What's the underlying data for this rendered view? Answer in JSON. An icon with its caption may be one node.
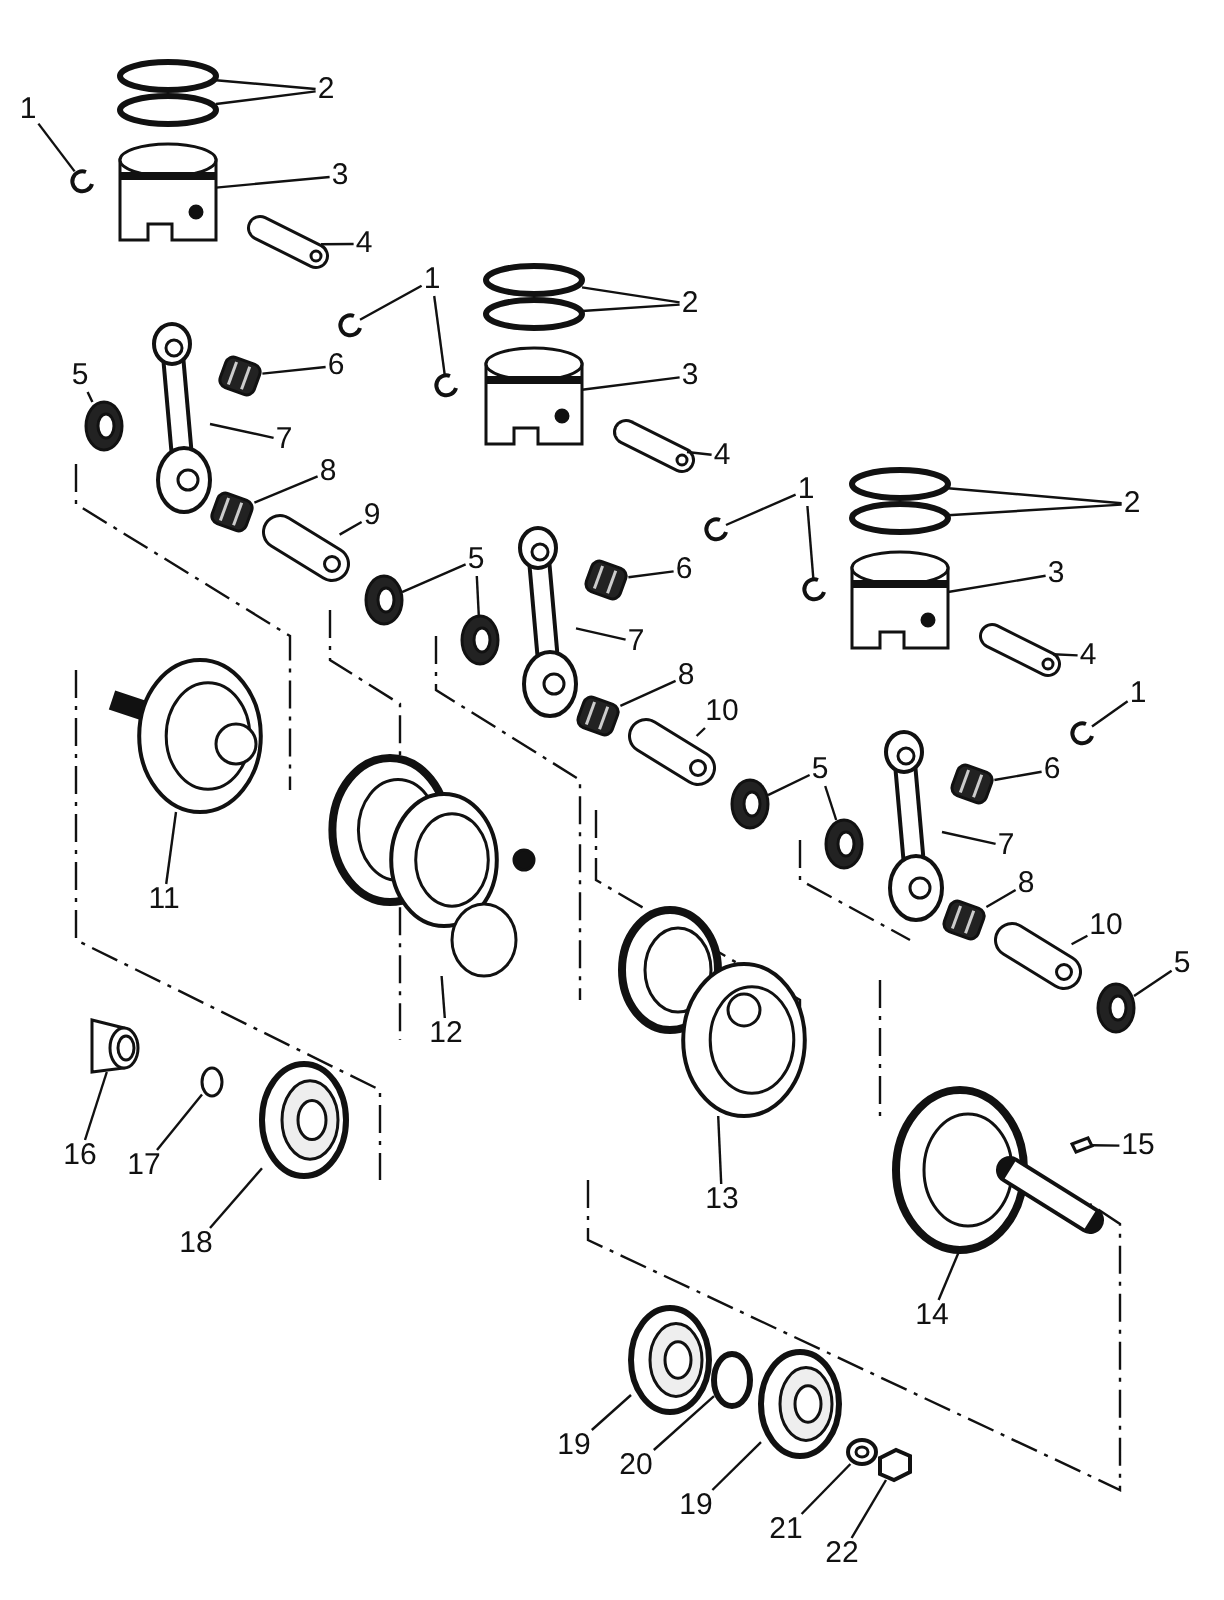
{
  "diagram": {
    "nodes": [
      {
        "text": [
          "1"
        ]
      },
      {
        "text": [
          "2"
        ]
      },
      {
        "text": [
          "3"
        ]
      },
      {
        "text": [
          "4"
        ]
      },
      {
        "text": [
          "1"
        ]
      },
      {
        "text": [
          "6"
        ]
      },
      {
        "text": [
          "5"
        ]
      },
      {
        "text": [
          "7"
        ]
      },
      {
        "text": [
          "8"
        ]
      },
      {
        "text": [
          "9"
        ]
      },
      {
        "text": [
          "5"
        ]
      },
      {
        "text": [
          "2"
        ]
      },
      {
        "text": [
          "3"
        ]
      },
      {
        "text": [
          "4"
        ]
      },
      {
        "text": [
          "1"
        ]
      },
      {
        "text": [
          "6"
        ]
      },
      {
        "text": [
          "7"
        ]
      },
      {
        "text": [
          "8"
        ]
      },
      {
        "text": [
          "10"
        ]
      },
      {
        "text": [
          "5"
        ]
      },
      {
        "text": [
          "2"
        ]
      },
      {
        "text": [
          "3"
        ]
      },
      {
        "text": [
          "4"
        ]
      },
      {
        "text": [
          "1"
        ]
      },
      {
        "text": [
          "6"
        ]
      },
      {
        "text": [
          "7"
        ]
      },
      {
        "text": [
          "8"
        ]
      },
      {
        "text": [
          "10"
        ]
      },
      {
        "text": [
          "5"
        ]
      },
      {
        "text": [
          "11"
        ]
      },
      {
        "text": [
          "12"
        ]
      },
      {
        "text": [
          "16"
        ]
      },
      {
        "text": [
          "17"
        ]
      },
      {
        "text": [
          "18"
        ]
      },
      {
        "text": [
          "13"
        ]
      },
      {
        "text": [
          "15"
        ]
      },
      {
        "text": [
          "14"
        ]
      },
      {
        "text": [
          "19"
        ]
      },
      {
        "text": [
          "20"
        ]
      },
      {
        "text": [
          "19"
        ]
      },
      {
        "text": [
          "21"
        ]
      },
      {
        "text": [
          "22"
        ]
      },
      {
        "text": [],
        "shape": "picture"
      },
      {
        "text": [],
        "shape": "circle"
      },
      {
        "text": [],
        "shape": "circle"
      },
      {
        "text": [],
        "shape": "picture"
      },
      {
        "text": [],
        "shape": "picture"
      },
      {
        "text": [],
        "shape": "picture"
      },
      {
        "text": [],
        "shape": "picture"
      },
      {
        "text": [],
        "shape": "picture"
      },
      {
        "text": [],
        "shape": "picture"
      },
      {
        "text": [],
        "shape": "picture"
      },
      {
        "text": [],
        "shape": "picture"
      },
      {
        "text": [],
        "shape": "picture"
      },
      {
        "text": [],
        "shape": "picture"
      },
      {
        "text": [],
        "shape": "picture"
      },
      {
        "text": [],
        "shape": "circle"
      },
      {
        "text": [],
        "shape": "circle"
      },
      {
        "text": [],
        "shape": "picture"
      },
      {
        "text": [],
        "shape": "picture"
      },
      {
        "text": [],
        "shape": "picture"
      },
      {
        "text": [],
        "shape": "picture"
      },
      {
        "text": [],
        "shape": "picture"
      },
      {
        "text": [],
        "shape": "picture"
      },
      {
        "text": [],
        "shape": "picture"
      },
      {
        "text": [],
        "shape": "picture"
      },
      {
        "text": [],
        "shape": "picture"
      },
      {
        "text": [],
        "shape": "picture"
      },
      {
        "text": [],
        "shape": "circle"
      },
      {
        "text": [],
        "shape": "circle"
      },
      {
        "text": [],
        "shape": "picture"
      },
      {
        "text": [],
        "shape": "picture"
      },
      {
        "text": [],
        "shape": "picture"
      },
      {
        "text": [],
        "shape": "picture"
      },
      {
        "text": [],
        "shape": "picture"
      },
      {
        "text": [],
        "shape": "picture"
      },
      {
        "text": [],
        "shape": "picture"
      },
      {
        "text": [],
        "shape": "picture"
      },
      {
        "text": [],
        "shape": "picture"
      },
      {
        "text": [],
        "shape": "picture"
      },
      {
        "text": [],
        "shape": "cylinder"
      },
      {
        "text": [],
        "shape": "circle"
      },
      {
        "text": [],
        "shape": "picture"
      },
      {
        "text": [],
        "shape": "picture"
      },
      {
        "text": [],
        "shape": "picture"
      },
      {
        "text": [],
        "shape": "picture"
      },
      {
        "text": [],
        "shape": "picture"
      },
      {
        "text": [],
        "shape": "circle"
      },
      {
        "text": [],
        "shape": "picture"
      },
      {
        "text": [],
        "shape": "picture"
      },
      {
        "text": [],
        "shape": "hexagon"
      }
    ],
    "edges": [
      {
        "from": 0,
        "to": 42,
        "arrow": "none"
      },
      {
        "from": 1,
        "to": 43,
        "arrow": "none"
      },
      {
        "from": 1,
        "to": 44,
        "arrow": "none"
      },
      {
        "from": 2,
        "to": 45,
        "arrow": "none"
      },
      {
        "from": 3,
        "to": 46,
        "arrow": "none"
      },
      {
        "from": 4,
        "to": 47,
        "arrow": "none"
      },
      {
        "from": 4,
        "to": 48,
        "arrow": "none"
      },
      {
        "from": 5,
        "to": 49,
        "arrow": "none"
      },
      {
        "from": 6,
        "to": 50,
        "arrow": "none"
      },
      {
        "from": 7,
        "to": 51,
        "arrow": "none"
      },
      {
        "from": 8,
        "to": 52,
        "arrow": "none"
      },
      {
        "from": 9,
        "to": 53,
        "arrow": "none"
      },
      {
        "from": 10,
        "to": 54,
        "arrow": "none"
      },
      {
        "from": 10,
        "to": 55,
        "arrow": "none"
      },
      {
        "from": 11,
        "to": 56,
        "arrow": "none"
      },
      {
        "from": 11,
        "to": 57,
        "arrow": "none"
      },
      {
        "from": 12,
        "to": 58,
        "arrow": "none"
      },
      {
        "from": 13,
        "to": 59,
        "arrow": "none"
      },
      {
        "from": 14,
        "to": 60,
        "arrow": "none"
      },
      {
        "from": 14,
        "to": 61,
        "arrow": "none"
      },
      {
        "from": 15,
        "to": 62,
        "arrow": "none"
      },
      {
        "from": 16,
        "to": 63,
        "arrow": "none"
      },
      {
        "from": 17,
        "to": 64,
        "arrow": "none"
      },
      {
        "from": 18,
        "to": 65,
        "arrow": "none"
      },
      {
        "from": 19,
        "to": 66,
        "arrow": "none"
      },
      {
        "from": 19,
        "to": 67,
        "arrow": "none"
      },
      {
        "from": 20,
        "to": 68,
        "arrow": "none"
      },
      {
        "from": 20,
        "to": 69,
        "arrow": "none"
      },
      {
        "from": 21,
        "to": 70,
        "arrow": "none"
      },
      {
        "from": 22,
        "to": 71,
        "arrow": "none"
      },
      {
        "from": 23,
        "to": 72,
        "arrow": "none"
      },
      {
        "from": 24,
        "to": 73,
        "arrow": "none"
      },
      {
        "from": 25,
        "to": 74,
        "arrow": "none"
      },
      {
        "from": 26,
        "to": 75,
        "arrow": "none"
      },
      {
        "from": 27,
        "to": 76,
        "arrow": "none"
      },
      {
        "from": 28,
        "to": 77,
        "arrow": "none"
      },
      {
        "from": 29,
        "to": 78,
        "arrow": "none"
      },
      {
        "from": 30,
        "to": 79,
        "arrow": "none"
      },
      {
        "from": 31,
        "to": 80,
        "arrow": "none"
      },
      {
        "from": 32,
        "to": 81,
        "arrow": "none"
      },
      {
        "from": 33,
        "to": 82,
        "arrow": "none"
      },
      {
        "from": 34,
        "to": 83,
        "arrow": "none"
      },
      {
        "from": 35,
        "to": 84,
        "arrow": "none"
      },
      {
        "from": 36,
        "to": 85,
        "arrow": "none"
      },
      {
        "from": 37,
        "to": 86,
        "arrow": "none"
      },
      {
        "from": 38,
        "to": 87,
        "arrow": "none"
      },
      {
        "from": 39,
        "to": 88,
        "arrow": "none"
      },
      {
        "from": 40,
        "to": 89,
        "arrow": "none"
      },
      {
        "from": 41,
        "to": 90,
        "arrow": "none"
      }
    ]
  }
}
